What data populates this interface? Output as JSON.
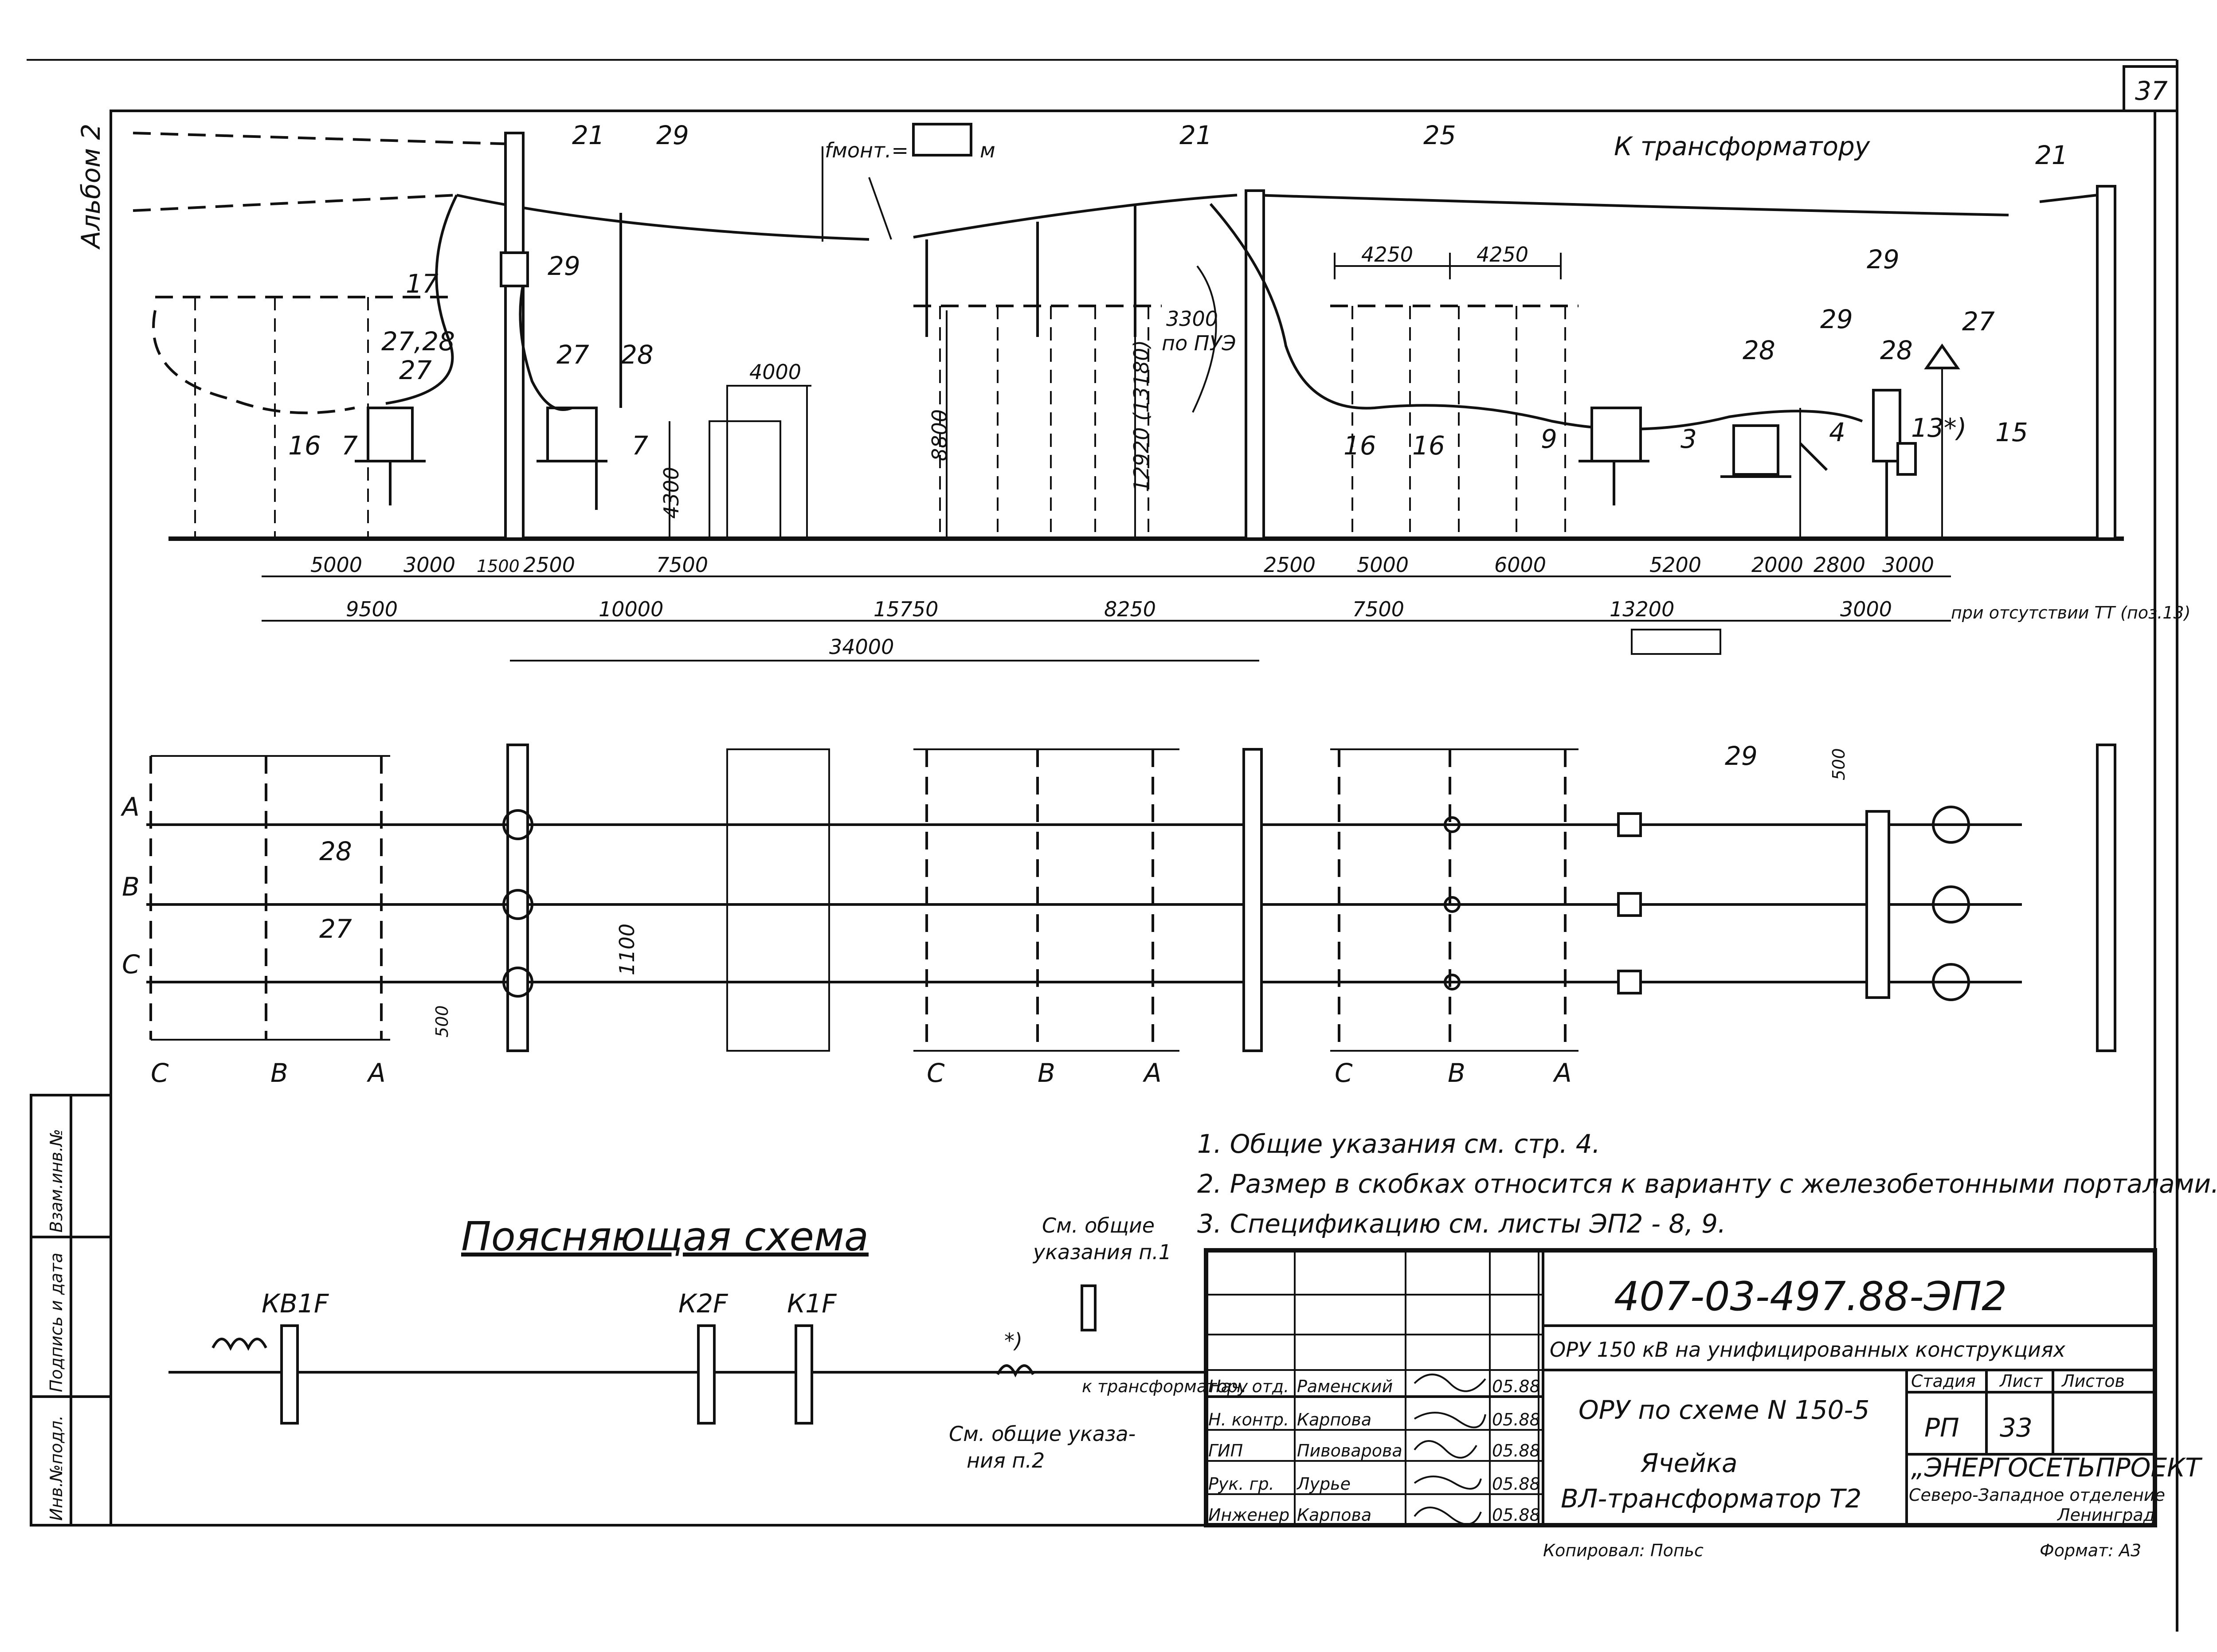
{
  "sheet": {
    "page_number": "37",
    "top_left_tag": "Альбом 2",
    "frame_side_labels": [
      "Взам.инв.№",
      "Подпись и дата",
      "Инв.№подл."
    ]
  },
  "elevation": {
    "position_labels": [
      "21",
      "29",
      "21",
      "25",
      "21",
      "17",
      "29",
      "27,28",
      "27",
      "27",
      "28",
      "16",
      "7",
      "7",
      "29",
      "28",
      "27",
      "28",
      "29",
      "9",
      "3",
      "4",
      "13*)",
      "15",
      "16",
      "16"
    ],
    "to_transformer_label": "К трансформатору",
    "f_mont_label": "fмонт.=",
    "f_mont_unit": "м",
    "dimension_values_vertical": [
      "4300",
      "4000",
      "8800",
      "12920 (13180)"
    ],
    "clearance_label_value": "3300",
    "clearance_label_note": "по ПУЭ",
    "dims_row1": [
      "5000",
      "3000",
      "1500",
      "2500",
      "7500",
      "2500",
      "5000",
      "6000",
      "5200",
      "2000",
      "2800",
      "3000"
    ],
    "dims_row2": [
      "9500",
      "10000",
      "15750",
      "8250",
      "7500",
      "13200",
      "3000"
    ],
    "dims_total": "34000",
    "dims_top": [
      "4250",
      "4250"
    ],
    "note_without_ct": "при отсутствии ТТ (поз.13)"
  },
  "plan": {
    "phase_labels": [
      "A",
      "B",
      "C"
    ],
    "axis_labels_group1": [
      "C",
      "B",
      "A"
    ],
    "axis_labels_group2": [
      "C",
      "B",
      "A"
    ],
    "axis_labels_group3": [
      "C",
      "B",
      "A"
    ],
    "position_labels": [
      "28",
      "27",
      "29"
    ],
    "dims": [
      "1100",
      "500",
      "500"
    ]
  },
  "notes": [
    "1. Общие указания  см. стр. 4.",
    "2. Размер в скобках относится к варианту с железобетонными порталами.",
    "3. Спецификацию  см. листы ЭП2 - 8, 9."
  ],
  "schematic": {
    "title": "Поясняющая    схема",
    "breakers": [
      "КВ1F",
      "К2F",
      "К1F"
    ],
    "to_transformer": "к трансформатору",
    "note_ref_1_a": "См. общие",
    "note_ref_1_b": "указания п.1",
    "note_ref_2_a": "См. общие указа-",
    "note_ref_2_b": "ния п.2",
    "footnote_mark": "*)"
  },
  "title_block": {
    "doc_code": "407-03-497.88-ЭП2",
    "project_title": "ОРУ 150 кВ на унифицированных конструкциях",
    "sheet_title": "ОРУ по схеме N 150-5",
    "cell_title_line1": "Ячейка",
    "cell_title_line2": "ВЛ-трансформатор Т2",
    "col_headers": [
      "Стадия",
      "Лист",
      "Листов"
    ],
    "stage": "РП",
    "sheet_no": "33",
    "sheets_total": "",
    "org_line1": "„ЭНЕРГОСЕТЬПРОЕКТ",
    "org_line2": "Северо-Западное отделение",
    "org_line3": "Ленинград",
    "signatures": [
      {
        "role": "Нач. отд.",
        "name": "Раменский",
        "date": "05.88"
      },
      {
        "role": "Н. контр.",
        "name": "Карпова",
        "date": "05.88"
      },
      {
        "role": "ГИП",
        "name": "Пивоварова",
        "date": "05.88"
      },
      {
        "role": "Рук. гр.",
        "name": "Лурье",
        "date": "05.88"
      },
      {
        "role": "Инженер",
        "name": "Карпова",
        "date": "05.88"
      }
    ],
    "copied_by": "Копировал: Попьс",
    "format": "Формат: А3"
  },
  "colors": {
    "ink": "#111111",
    "paper": "#ffffff"
  }
}
